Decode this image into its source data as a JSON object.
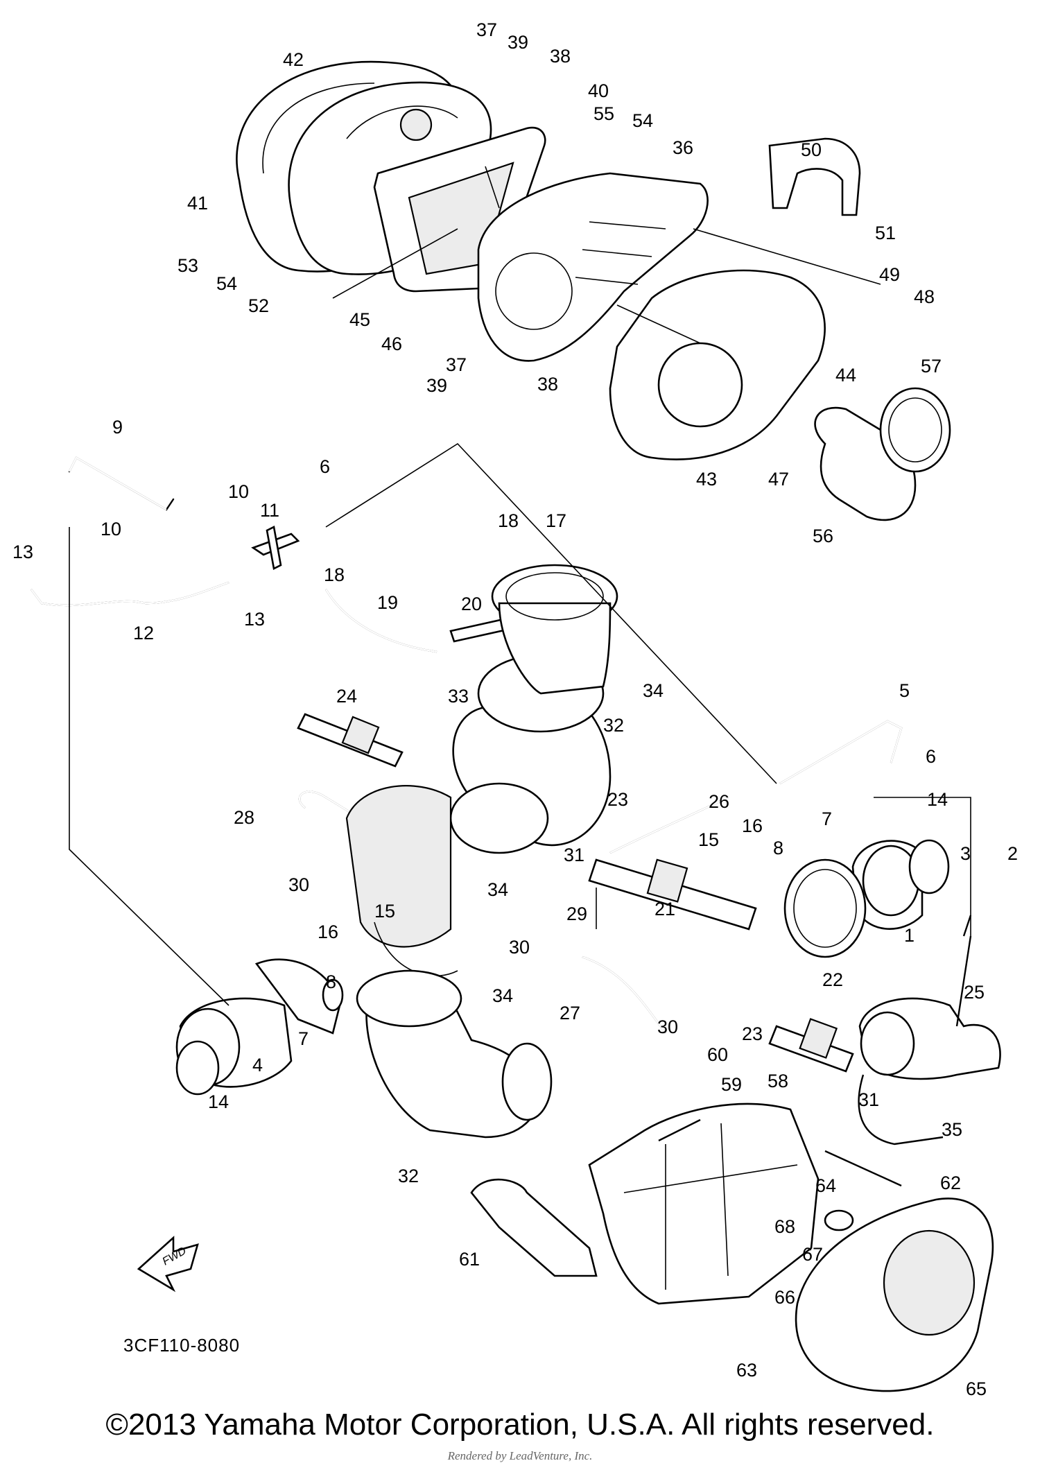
{
  "diagram": {
    "code": "3CF110-8080",
    "copyright": "©2013 Yamaha Motor Corporation, U.S.A. All rights reserved.",
    "rendered_by": "Rendered by LeadVenture, Inc.",
    "fwd_label": "FWD",
    "part_numbers": [
      "37",
      "39",
      "38",
      "42",
      "40",
      "55",
      "54",
      "36",
      "50",
      "41",
      "51",
      "53",
      "54",
      "49",
      "48",
      "52",
      "45",
      "46",
      "37",
      "39",
      "38",
      "44",
      "57",
      "43",
      "47",
      "56",
      "9",
      "6",
      "10",
      "10",
      "11",
      "18",
      "17",
      "13",
      "13",
      "18",
      "12",
      "19",
      "20",
      "34",
      "24",
      "33",
      "5",
      "32",
      "6",
      "26",
      "23",
      "14",
      "28",
      "16",
      "15",
      "8",
      "7",
      "3",
      "2",
      "30",
      "31",
      "21",
      "34",
      "29",
      "1",
      "16",
      "15",
      "30",
      "8",
      "34",
      "22",
      "27",
      "23",
      "25",
      "30",
      "7",
      "4",
      "14",
      "60",
      "59",
      "58",
      "31",
      "35",
      "32",
      "62",
      "64",
      "61",
      "68",
      "67",
      "66",
      "63",
      "65"
    ]
  }
}
